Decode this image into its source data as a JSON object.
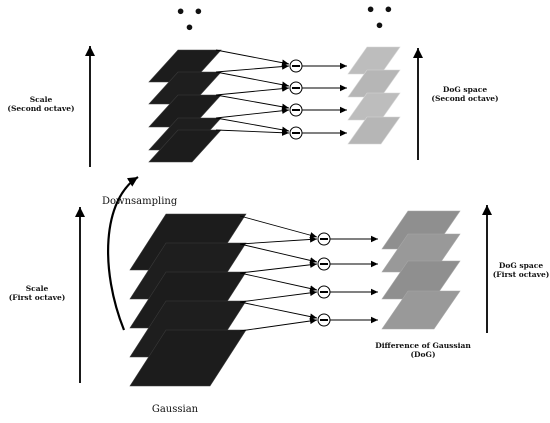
{
  "labels": {
    "dots_top_left": "• • •",
    "dots_top_right": "• • •",
    "scale_second_octave": "Scale\n(Second octave)",
    "dog_space_second_octave": "DoG space\n(Second octave)",
    "downsampling": "Downsampling",
    "scale_first_octave": "Scale\n(First octave)",
    "dog_space_first_octave": "DoG space\n(First octave)",
    "difference_of_gaussian": "Difference of Gaussian\n(DoG)",
    "gaussian": "Gaussian"
  },
  "colors": {
    "gaussian_layer": "#1c1c1c",
    "dog_layer_second_octave": "#bdbdbd",
    "dog_layer_first_octave": "#8f8f8f",
    "arrow": "#000000"
  },
  "operator_symbol": "minus"
}
